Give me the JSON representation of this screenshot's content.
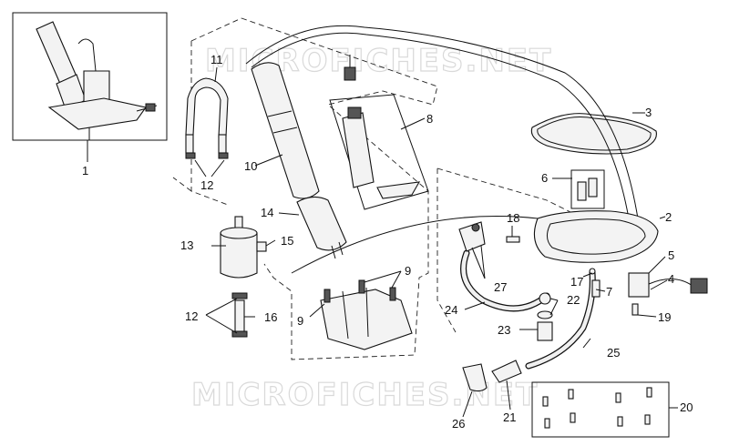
{
  "watermark_text": "MICROFICHES.NET",
  "callouts": [
    "1",
    "2",
    "3",
    "4",
    "5",
    "6",
    "7",
    "8",
    "9",
    "9",
    "10",
    "11",
    "12",
    "12",
    "13",
    "14",
    "15",
    "16",
    "17",
    "18",
    "19",
    "20",
    "21",
    "22",
    "23",
    "24",
    "25",
    "26",
    "27"
  ]
}
